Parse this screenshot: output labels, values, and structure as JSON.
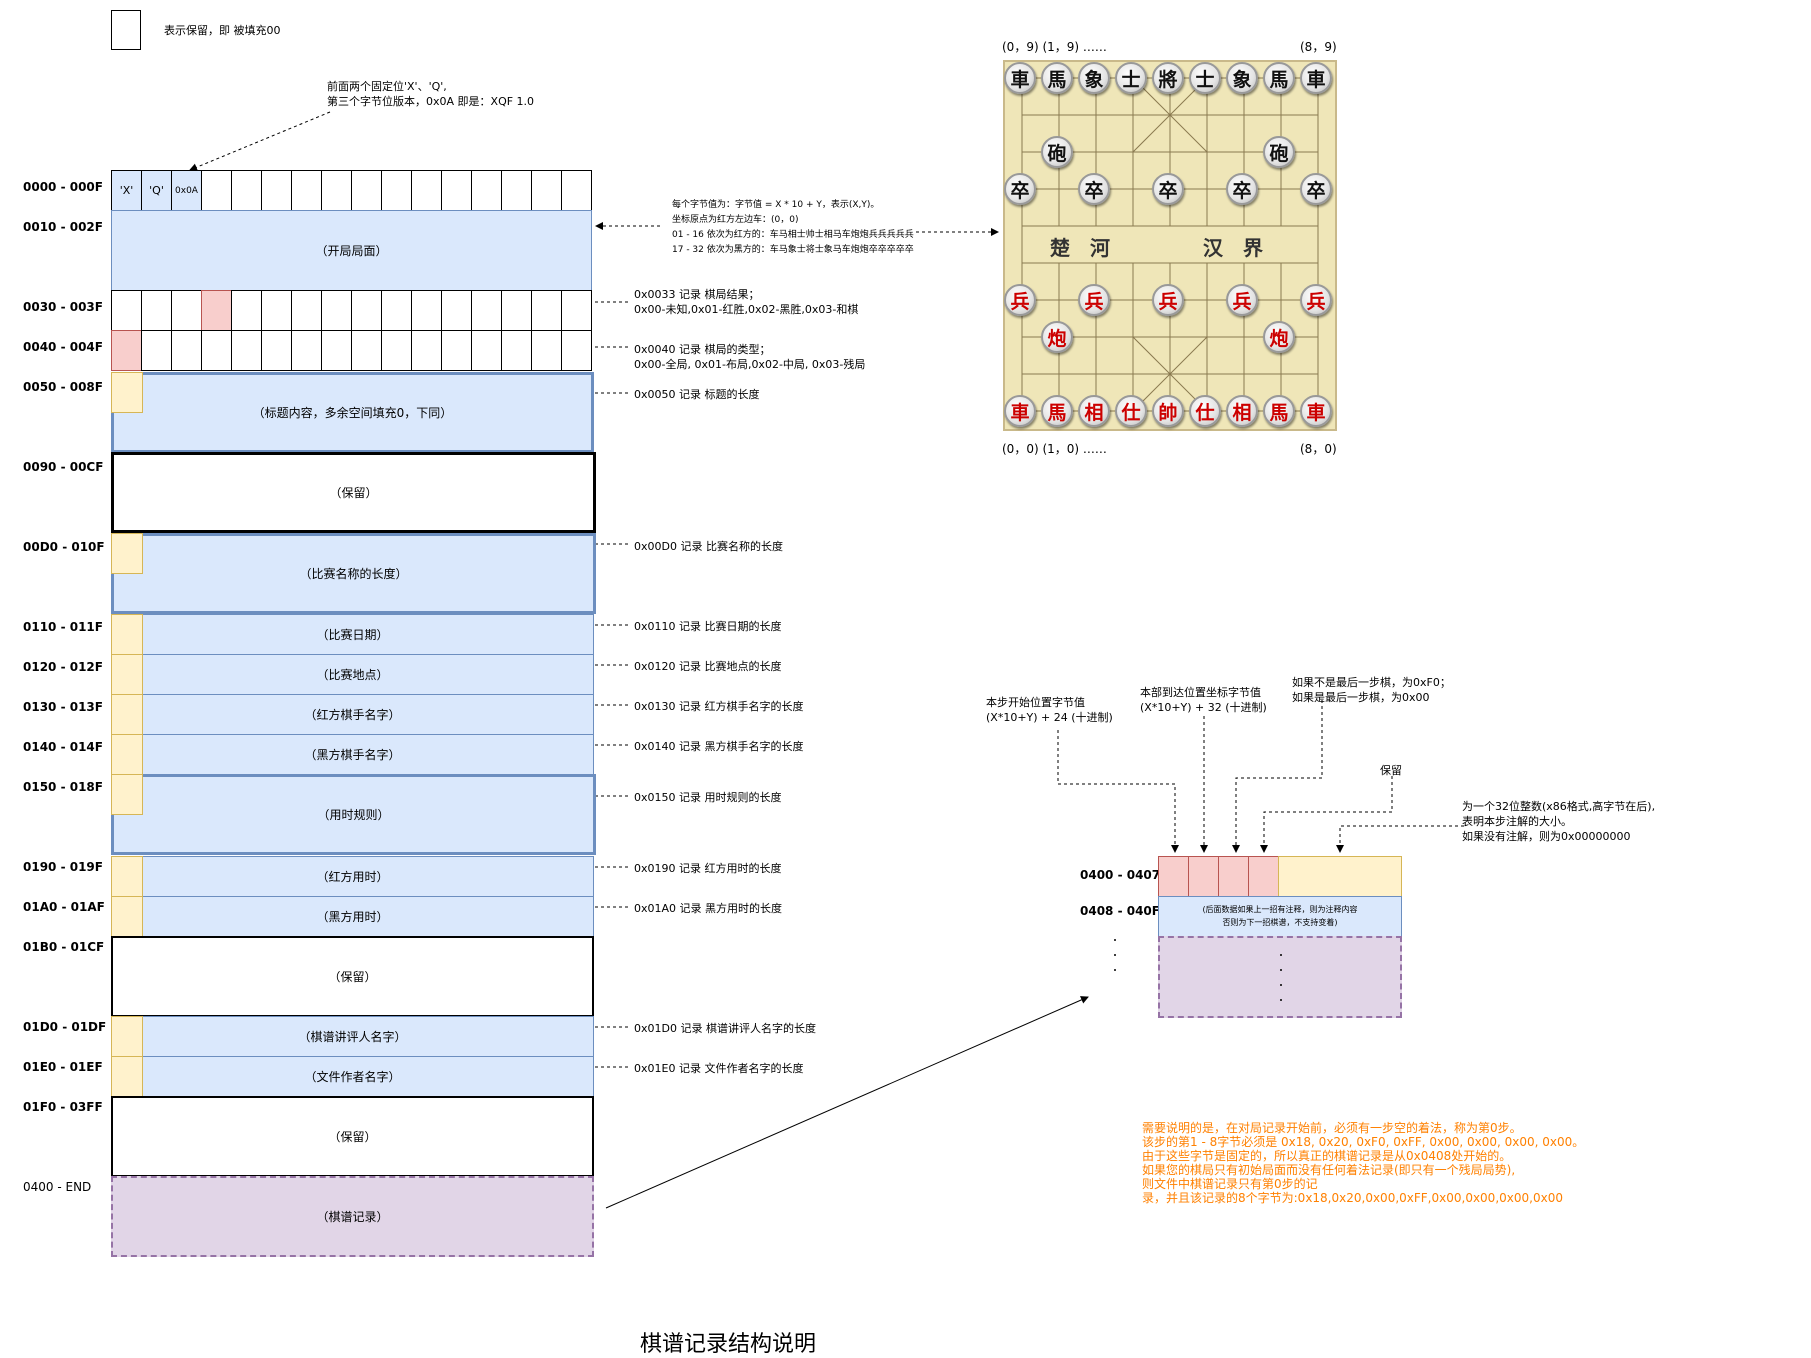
{
  "legend": {
    "text": "表示保留，即 被填充00"
  },
  "header_note": {
    "line1": "前面两个固定位'X'、'Q',",
    "line2": "第三个字节位版本，0x0A 即是：XQF 1.0"
  },
  "row_labels": [
    "0000 - 000F",
    "0010 - 002F",
    "0030 - 003F",
    "0040 - 004F",
    "0050 - 008F",
    "0090 - 00CF",
    "00D0 - 010F",
    "0110 - 011F",
    "0120 - 012F",
    "0130 - 013F",
    "0140 - 014F",
    "0150 - 018F",
    "0190 - 019F",
    "01A0 - 01AF",
    "01B0 - 01CF",
    "01D0 - 01DF",
    "01E0 - 01EF",
    "01F0 - 03FF",
    "0400 - END"
  ],
  "byte_cells": {
    "x": "'X'",
    "q": "'Q'",
    "ver": "0x0A"
  },
  "blocks": {
    "opening": "（开局局面）",
    "title": "（标题内容，多余空间填充0，下同）",
    "reserved1": "（保留）",
    "match_name": "（比赛名称的长度）",
    "match_date": "（比赛日期）",
    "match_place": "（比赛地点）",
    "red_name": "（红方棋手名字）",
    "black_name": "（黑方棋手名字）",
    "time_rule": "（用时规则）",
    "red_time": "（红方用时）",
    "black_time": "（黑方用时）",
    "reserved2": "（保留）",
    "commentator": "（棋谱讲评人名字）",
    "author": "（文件作者名字）",
    "reserved3": "（保留）",
    "records": "（棋谱记录）"
  },
  "opening_note": {
    "l1": "每个字节值为：字节值 = X * 10 + Y，表示(X,Y)。",
    "l2": "坐标原点为红方左边车：(0，0)",
    "l3": "01 - 16 依次为红方的：车马相士帅士相马车炮炮兵兵兵兵兵",
    "l4": "17 - 32 依次为黑方的：车马象士将士象马车炮炮卒卒卒卒卒"
  },
  "notes": {
    "n0033a": "0x0033 记录 棋局结果；",
    "n0033b": "0x00-未知,0x01-红胜,0x02-黑胜,0x03-和棋",
    "n0040a": "0x0040 记录 棋局的类型；",
    "n0040b": "0x00-全局, 0x01-布局,0x02-中局, 0x03-残局",
    "n0050": "0x0050 记录 标题的长度",
    "n00d0": "0x00D0 记录 比赛名称的长度",
    "n0110": "0x0110 记录 比赛日期的长度",
    "n0120": "0x0120 记录 比赛地点的长度",
    "n0130": "0x0130 记录 红方棋手名字的长度",
    "n0140": "0x0140 记录 黑方棋手名字的长度",
    "n0150": "0x0150 记录 用时规则的长度",
    "n0190": "0x0190 记录 红方用时的长度",
    "n01a0": "0x01A0 记录 黑方用时的长度",
    "n01d0": "0x01D0 记录 棋谱讲评人名字的长度",
    "n01e0": "0x01E0 记录 文件作者名字的长度"
  },
  "board": {
    "top_left": "(0，9) (1，9)  ……",
    "top_right": "(8，9)",
    "bottom_left": "(0，0) (1，0)  ……",
    "bottom_right": "(8，0)",
    "river_left": "楚　河",
    "river_right": "汉　界",
    "black_back": [
      "車",
      "馬",
      "象",
      "士",
      "將",
      "士",
      "象",
      "馬",
      "車"
    ],
    "black_cannon": "砲",
    "black_pawn": "卒",
    "red_back": [
      "車",
      "馬",
      "相",
      "仕",
      "帥",
      "仕",
      "相",
      "馬",
      "車"
    ],
    "red_cannon": "炮",
    "red_pawn": "兵",
    "colors": {
      "board": "#efe6b8",
      "red_piece": "#cc0000",
      "black_piece": "#111111"
    }
  },
  "move": {
    "label1": "0400 - 0407",
    "label2": "0408 - 040F",
    "ann_start1": "本步开始位置字节值",
    "ann_start2": "(X*10+Y) + 24 (十进制)",
    "ann_end1": "本部到达位置坐标字节值",
    "ann_end2": "(X*10+Y) + 32 (十进制)",
    "ann_last1": "如果不是最后一步棋，为0xF0；",
    "ann_last2": "如果是最后一步棋，为0x00",
    "ann_reserved": "保留",
    "ann_len1": "为一个32位整数(x86格式,高字节在后),",
    "ann_len2": "表明本步注解的大小。",
    "ann_len3": "如果没有注解，则为0x00000000",
    "next1": "(后面数据如果上一招有注释，则为注释内容",
    "next2": "否则为下一招棋谱，不支持变着)"
  },
  "explanation": [
    "需要说明的是，在对局记录开始前，必须有一步空的着法，称为第0步。",
    "该步的第1 - 8字节必须是 0x18, 0x20, 0xF0, 0xFF, 0x00, 0x00, 0x00, 0x00。",
    "由于这些字节是固定的，所以真正的棋谱记录是从0x0408处开始的。",
    "如果您的棋局只有初始局面而没有任何着法记录(即只有一个残局局势),",
    "则文件中棋谱记录只有第0步的记",
    "录，并且该记录的8个字节为:0x18,0x20,0x00,0xFF,0x00,0x00,0x00,0x00"
  ],
  "caption": "棋谱记录结构说明"
}
